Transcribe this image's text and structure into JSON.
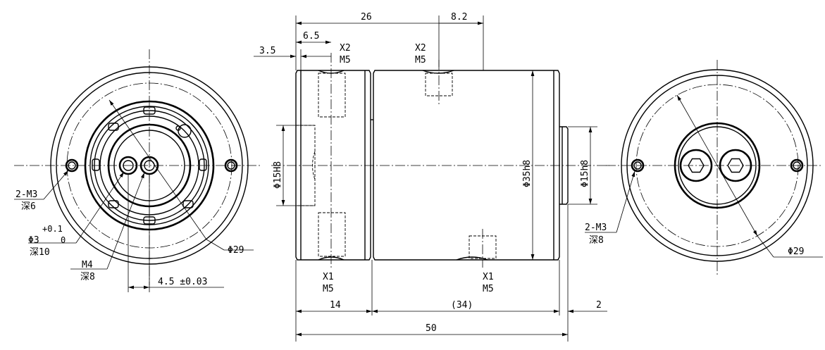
{
  "left_view": {
    "callout_m3": "2-M3",
    "callout_m3_depth": "深6",
    "callout_phi3_tol": "+0.1",
    "callout_phi3": "Φ3",
    "callout_phi3_tol_low": "0",
    "callout_phi3_depth": "深10",
    "callout_m4": "M4",
    "callout_m4_depth": "深8",
    "offset_dim": "4.5 ±0.03",
    "pcd_dim": "Φ29"
  },
  "side_view": {
    "dim_26": "26",
    "dim_8_2": "8.2",
    "dim_6_5": "6.5",
    "dim_3_5": "3.5",
    "port_x2_left": "X2",
    "port_x2_left_thread": "M5",
    "port_x2_right": "X2",
    "port_x2_right_thread": "M5",
    "port_x1_left": "X1",
    "port_x1_left_thread": "M5",
    "port_x1_right": "X1",
    "port_x1_right_thread": "M5",
    "dia_bore": "Φ15H8",
    "dia_body": "Φ35h8",
    "dia_shaft": "Φ15h8",
    "dim_14": "14",
    "dim_34": "(34)",
    "dim_2": "2",
    "dim_50": "50"
  },
  "right_view": {
    "callout_m3": "2-M3",
    "callout_m3_depth": "深8",
    "pcd_dim": "Φ29"
  }
}
